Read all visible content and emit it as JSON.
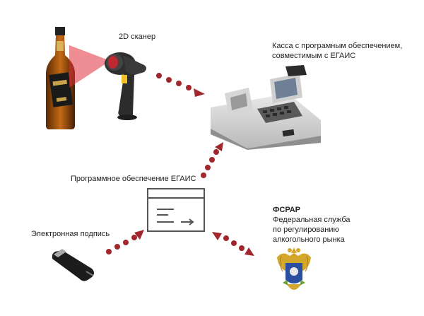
{
  "labels": {
    "scanner": "2D сканер",
    "cash_line1": "Касса с програмным обеспечением,",
    "cash_line2": "совместимым с ЕГАИС",
    "egais_software": "Программное обеспечение ЕГАИС",
    "esign": "Электронная подпись",
    "fsrar_title": "ФСРАР",
    "fsrar_line1": "Федеральная служба",
    "fsrar_line2": "по регулированию",
    "fsrar_line3": "алкогольного рынка"
  },
  "colors": {
    "connector": "#a1262d",
    "laser": "#e0303a"
  },
  "icons": {
    "bottle": "whisky-bottle-icon",
    "scanner": "barcode-scanner-icon",
    "cash_register": "cash-register-icon",
    "software": "software-window-icon",
    "usb_token": "usb-token-icon",
    "emblem": "fsrar-emblem-icon"
  }
}
